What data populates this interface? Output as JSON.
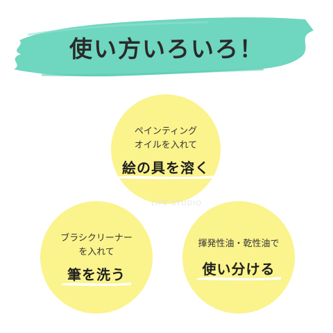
{
  "header": {
    "title": "使い方いろいろ！"
  },
  "colors": {
    "banner": "#6fd6bf",
    "circle_yellow": "#fbf38c",
    "text_dark": "#2a2a2a"
  },
  "cards": [
    {
      "small_lines": [
        "ペインティング",
        "オイルを入れて"
      ],
      "big": "絵の具を溶く"
    },
    {
      "small_lines": [
        "ブラシクリーナー",
        "を入れて"
      ],
      "big": "筆を洗う"
    },
    {
      "small_lines": [
        "揮発性油・乾性油で"
      ],
      "big": "使い分ける"
    }
  ],
  "watermark": {
    "text": "LIFE STUDIO"
  }
}
